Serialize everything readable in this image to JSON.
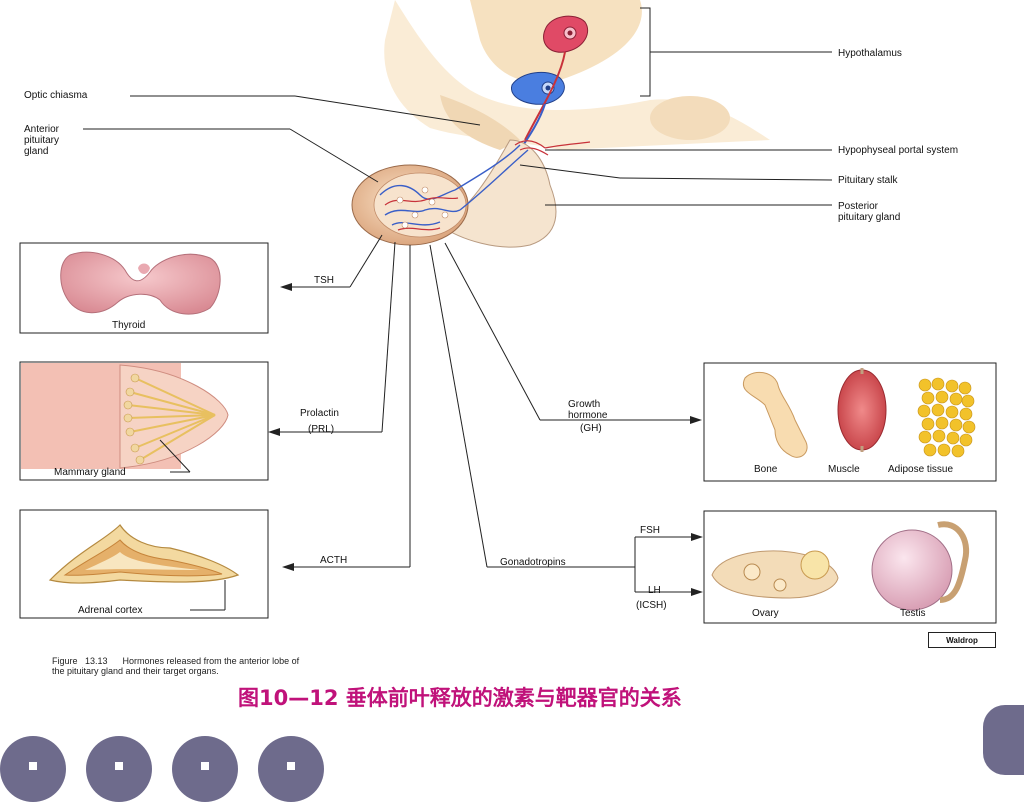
{
  "labels": {
    "hypothalamus": "Hypothalamus",
    "optic_chiasma": "Optic chiasma",
    "anterior_pituitary": "Anterior\npituitary\ngland",
    "portal_system": "Hypophyseal portal system",
    "pituitary_stalk": "Pituitary stalk",
    "posterior_pituitary": "Posterior\npituitary gland",
    "tsh": "TSH",
    "thyroid": "Thyroid",
    "prolactin": "Prolactin",
    "prl": "(PRL)",
    "mammary": "Mammary gland",
    "growth_hormone": "Growth\nhormone",
    "gh": "(GH)",
    "bone": "Bone",
    "muscle": "Muscle",
    "adipose": "Adipose tissue",
    "acth": "ACTH",
    "adrenal": "Adrenal cortex",
    "gonadotropins": "Gonadotropins",
    "fsh": "FSH",
    "lh": "LH",
    "icsh": "(ICSH)",
    "ovary": "Ovary",
    "testis": "Testis"
  },
  "credit": "Waldrop",
  "caption_en": "Figure   13.13      Hormones released from the anterior lobe of\nthe pituitary gland and their target organs.",
  "caption_cn": "图10—12 垂体前叶释放的激素与靶器官的关系",
  "colors": {
    "caption_cn": "#c0127a",
    "nav_button": "#6e6b8c",
    "vessel_red": "#c8323a",
    "vessel_blue": "#3a5fc8"
  },
  "nav": {
    "buttons": [
      "nav-button-1",
      "nav-button-2",
      "nav-button-3",
      "nav-button-4"
    ],
    "corner": "corner-button"
  }
}
